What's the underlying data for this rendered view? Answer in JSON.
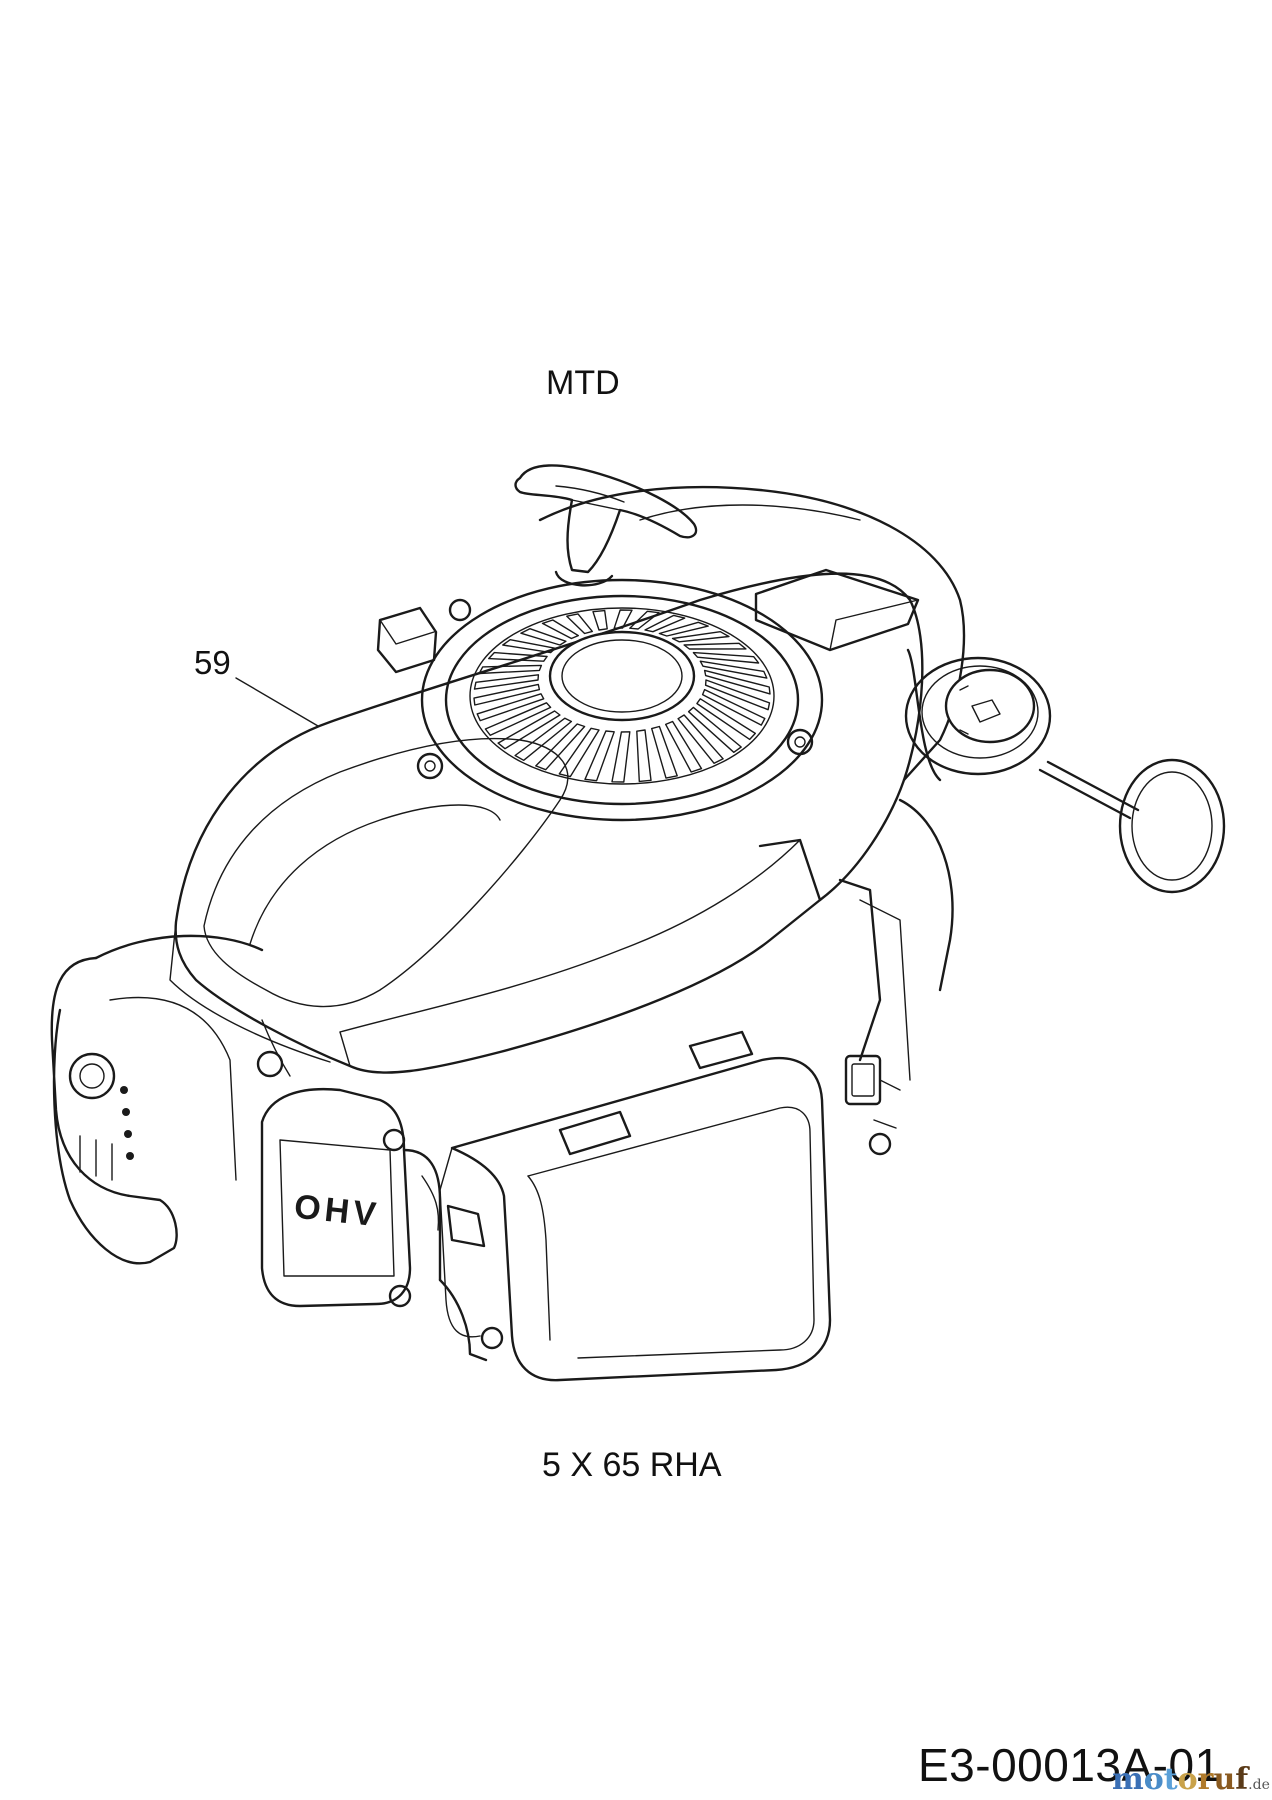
{
  "diagram": {
    "brand_label": "MTD",
    "callout_number": "59",
    "model_label": "5 X 65 RHA",
    "drawing_code": "E3-00013A-01",
    "watermark": {
      "brand": "motoruf",
      "domain": ".de"
    },
    "embossed_cover_text": "OHV",
    "line_color": "#1a1a1a",
    "background_color": "#ffffff"
  }
}
